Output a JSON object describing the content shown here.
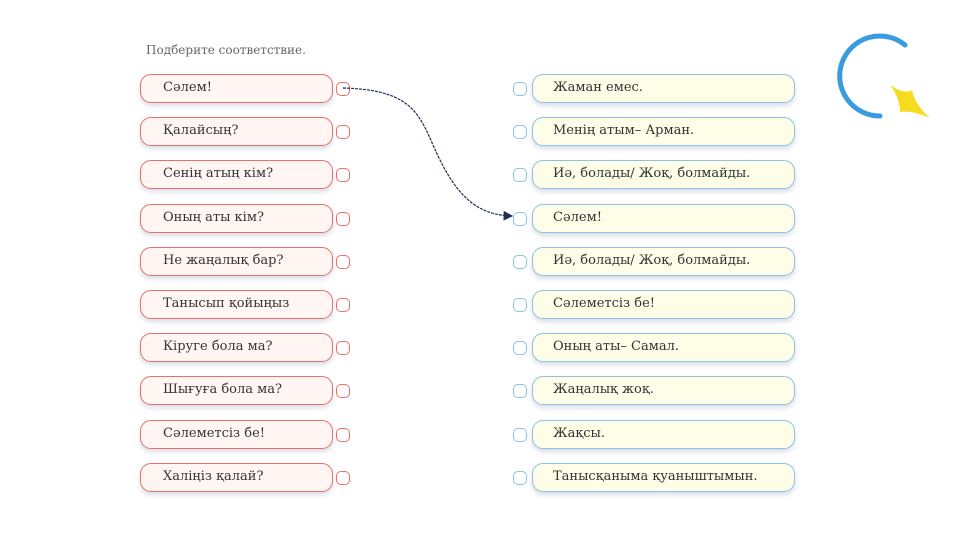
{
  "instruction": "Подберите соответствие.",
  "left_items": [
    "Сәлем!",
    "Қалайсың?",
    "Сенің атың кім?",
    "Оның аты кім?",
    "Не жаңалық бар?",
    "Танысып қойыңыз",
    "Кіруге бола ма?",
    "Шығуға бола ма?",
    "Сәлеметсіз бе!",
    "Халіңіз қалай?"
  ],
  "right_items": [
    "Жаман емес.",
    "Менің атым– Арман.",
    "Иә, болады/ Жоқ, болмайды.",
    "Сәлем!",
    "Иә, болады/ Жоқ, болмайды.",
    "Сәлеметсіз бе!",
    "Оның аты– Самал.",
    "Жаңалық жоқ.",
    "Жақсы.",
    "Танысқаныма қуаныштымын."
  ],
  "connections": [
    {
      "from": 0,
      "to": 3
    }
  ],
  "colors": {
    "left_border": "#e8706a",
    "right_border": "#8cc3e4",
    "logo_arc": "#3a9be0",
    "logo_star": "#f5dc1e"
  }
}
